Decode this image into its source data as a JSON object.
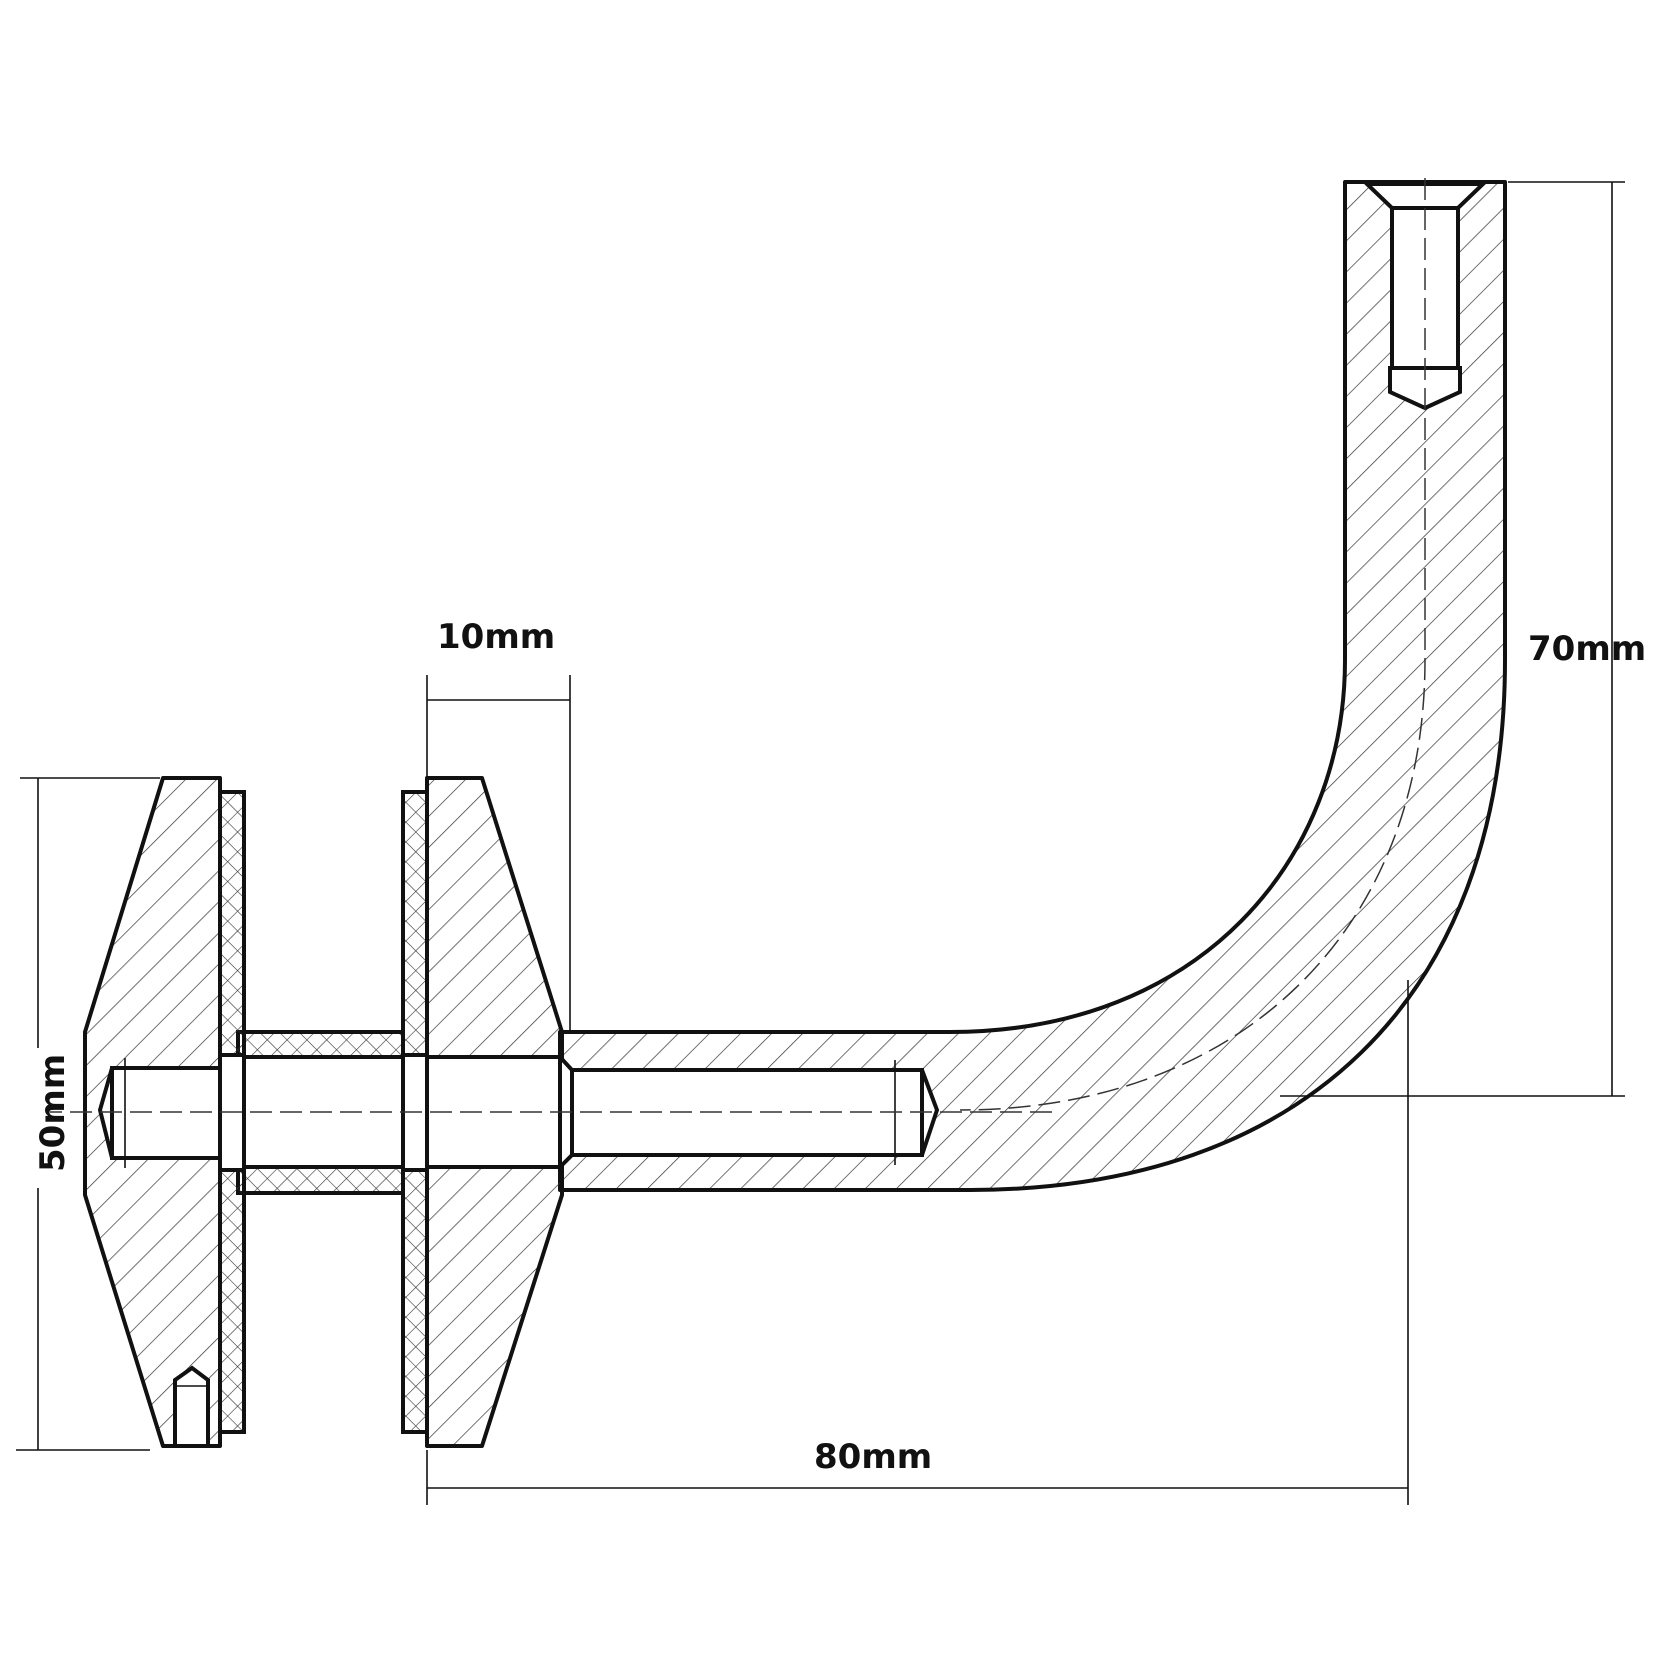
{
  "dimensions": {
    "plate_thickness": "10mm",
    "height_total": "70mm",
    "clamp_height": "50mm",
    "arm_length": "80mm"
  },
  "colors": {
    "line": "#111111",
    "background": "#ffffff"
  }
}
